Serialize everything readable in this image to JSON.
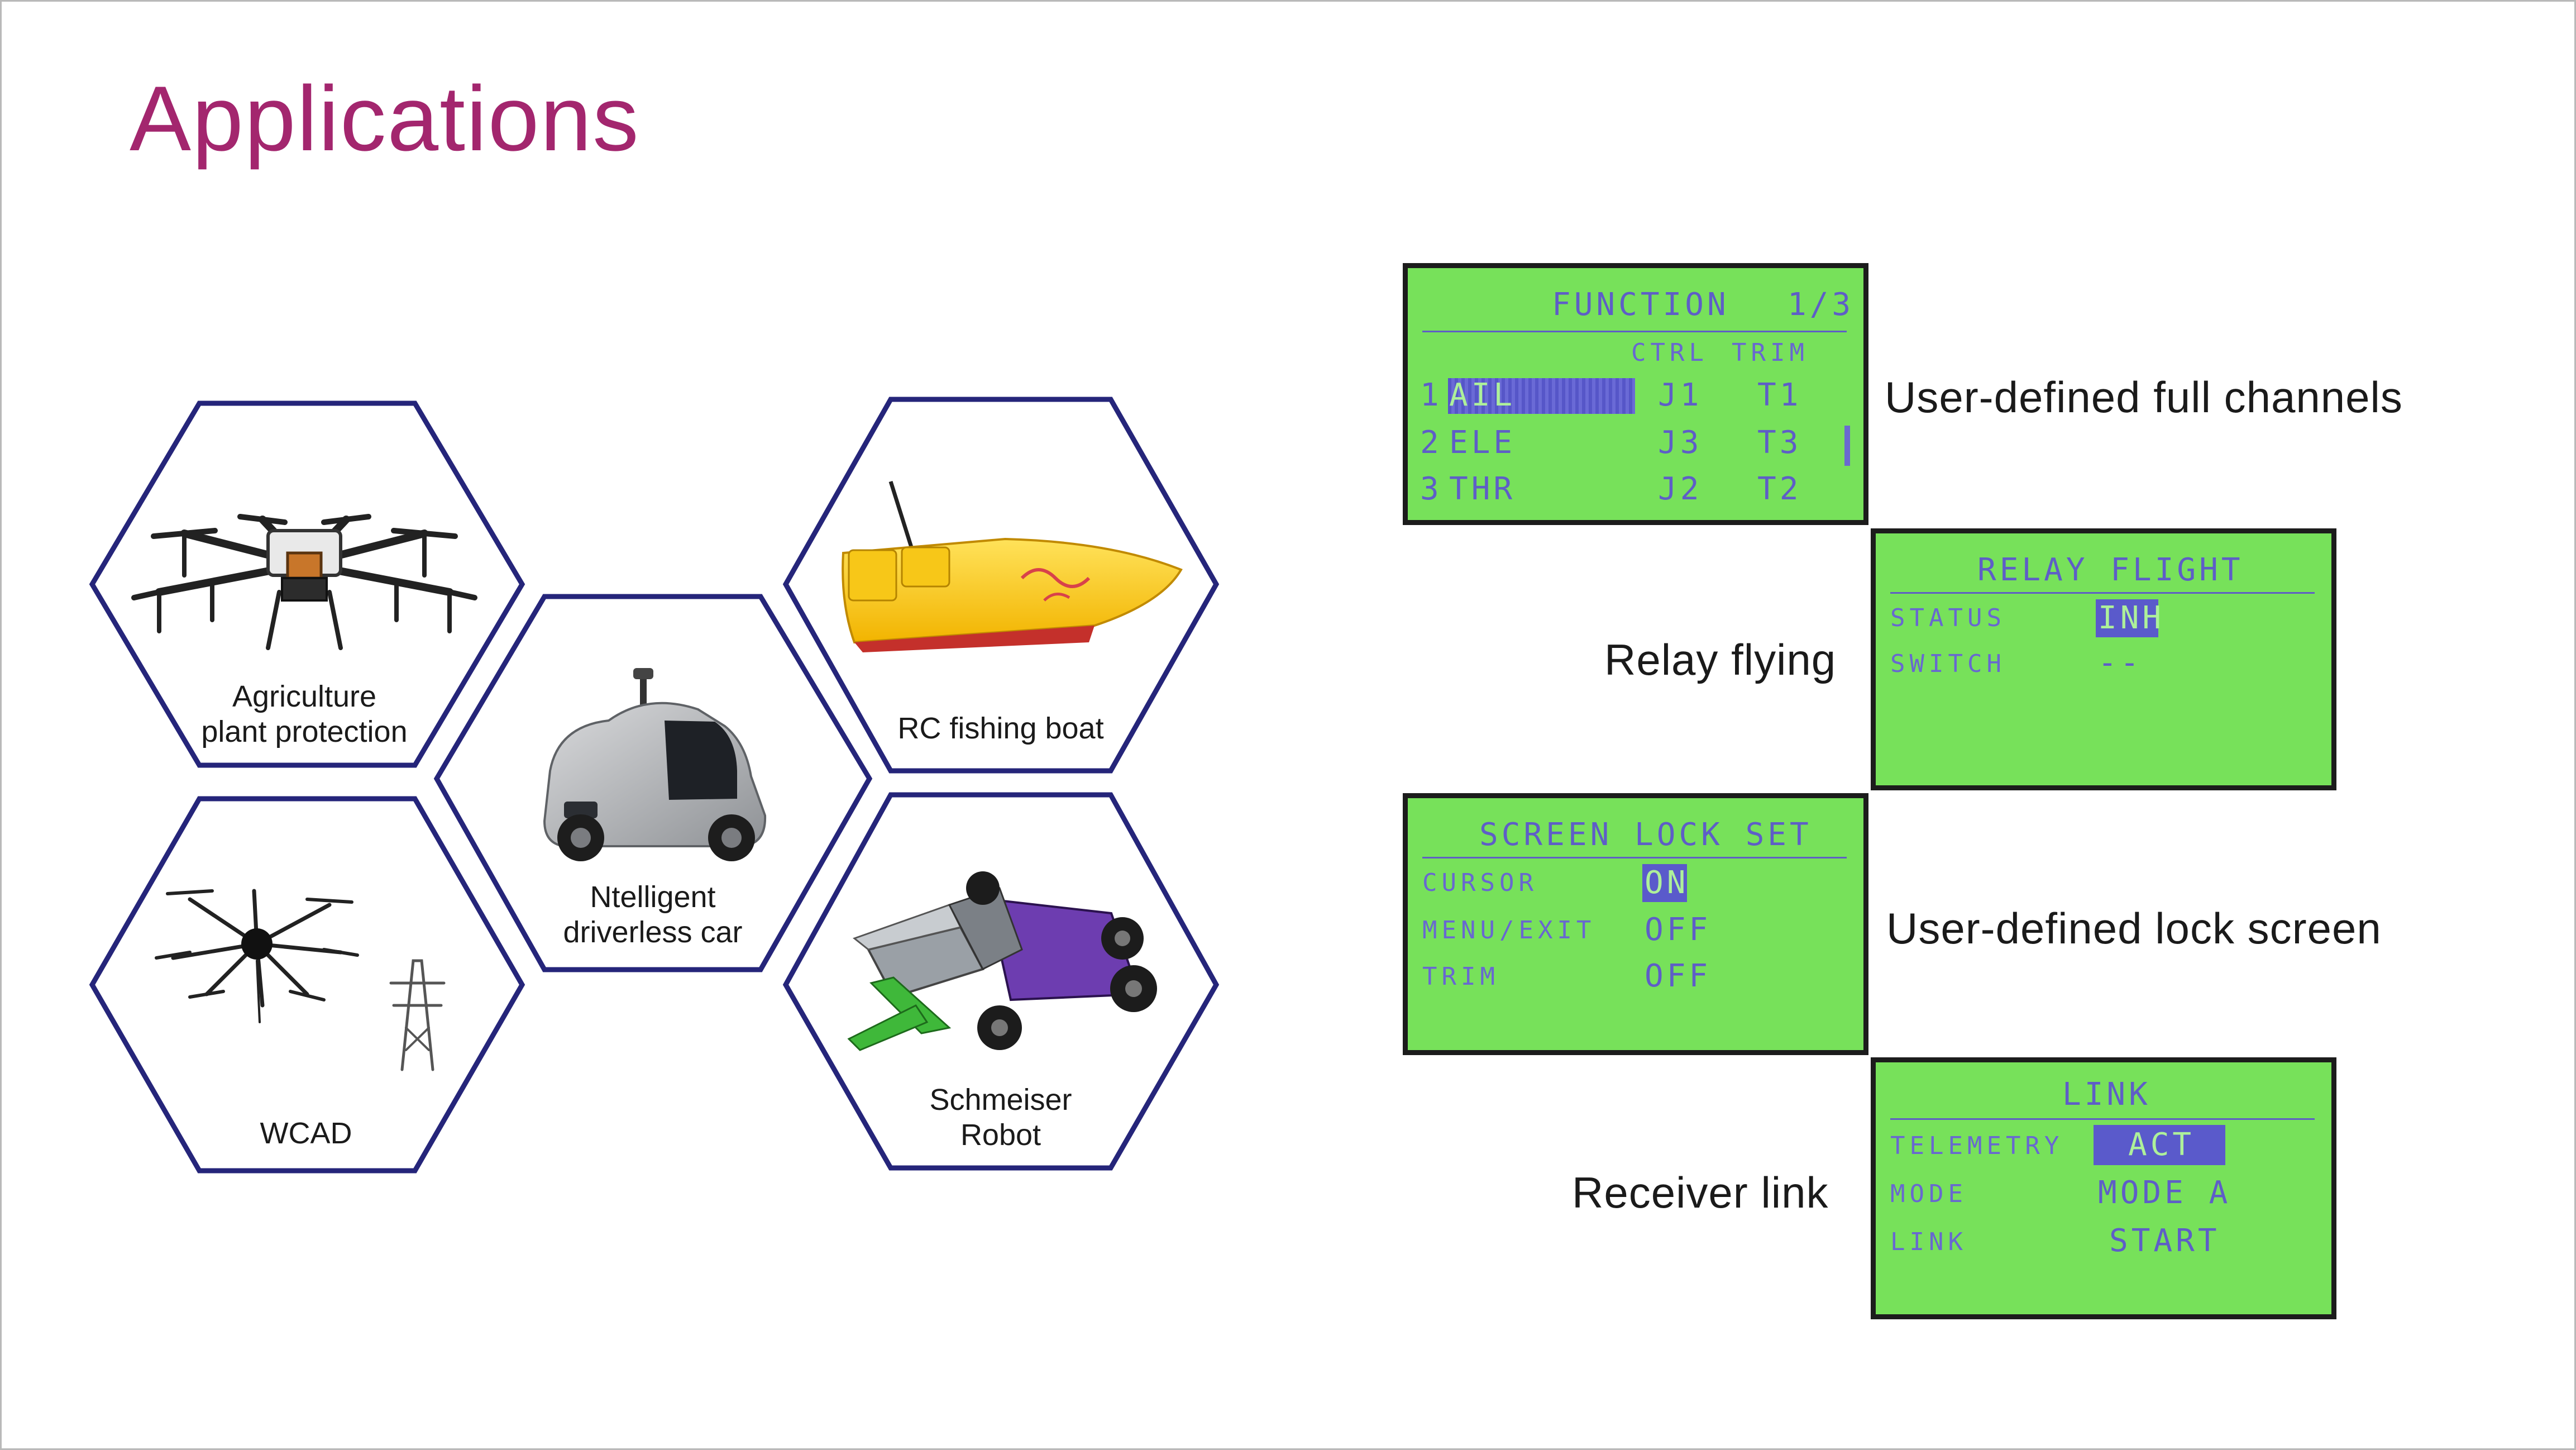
{
  "page": {
    "title": "Applications"
  },
  "colors": {
    "title": "#a3266e",
    "hex_border": "#25257a",
    "lcd_bg": "#77e15a",
    "lcd_text": "#5e5ec7"
  },
  "hexagons": [
    {
      "label_line1": "Agriculture",
      "label_line2": "plant protection",
      "image": "agricultural-drone"
    },
    {
      "label_line1": "Ntelligent",
      "label_line2": "driverless car",
      "image": "autonomous-car"
    },
    {
      "label_line1": "RC fishing boat",
      "label_line2": "",
      "image": "fishing-boat"
    },
    {
      "label_line1": "WCAD",
      "label_line2": "",
      "image": "drone-power-line"
    },
    {
      "label_line1": "Schmeiser",
      "label_line2": "Robot",
      "image": "combat-robot"
    }
  ],
  "screens": {
    "function": {
      "title": "FUNCTION",
      "page": "1/3",
      "col_ctrl": "CTRL",
      "col_trim": "TRIM",
      "rows": [
        {
          "num": "1",
          "name": "AIL",
          "ctrl": "J1",
          "trim": "T1"
        },
        {
          "num": "2",
          "name": "ELE",
          "ctrl": "J3",
          "trim": "T3"
        },
        {
          "num": "3",
          "name": "THR",
          "ctrl": "J2",
          "trim": "T2"
        }
      ],
      "caption": "User-defined full channels"
    },
    "relay": {
      "title": "RELAY FLIGHT",
      "status_label": "STATUS",
      "status_value": "INH",
      "switch_label": "SWITCH",
      "switch_value": "--",
      "caption": "Relay flying"
    },
    "lock": {
      "title": "SCREEN LOCK SET",
      "cursor_label": "CURSOR",
      "cursor_value": "ON",
      "menu_label": "MENU/EXIT",
      "menu_value": "OFF",
      "trim_label": "TRIM",
      "trim_value": "OFF",
      "caption": "User-defined lock screen"
    },
    "link": {
      "title": "LINK",
      "telemetry_label": "TELEMETRY",
      "telemetry_value": "ACT",
      "mode_label": "MODE",
      "mode_value": "MODE A",
      "link_label": "LINK",
      "link_value": "START",
      "caption": "Receiver link"
    }
  }
}
